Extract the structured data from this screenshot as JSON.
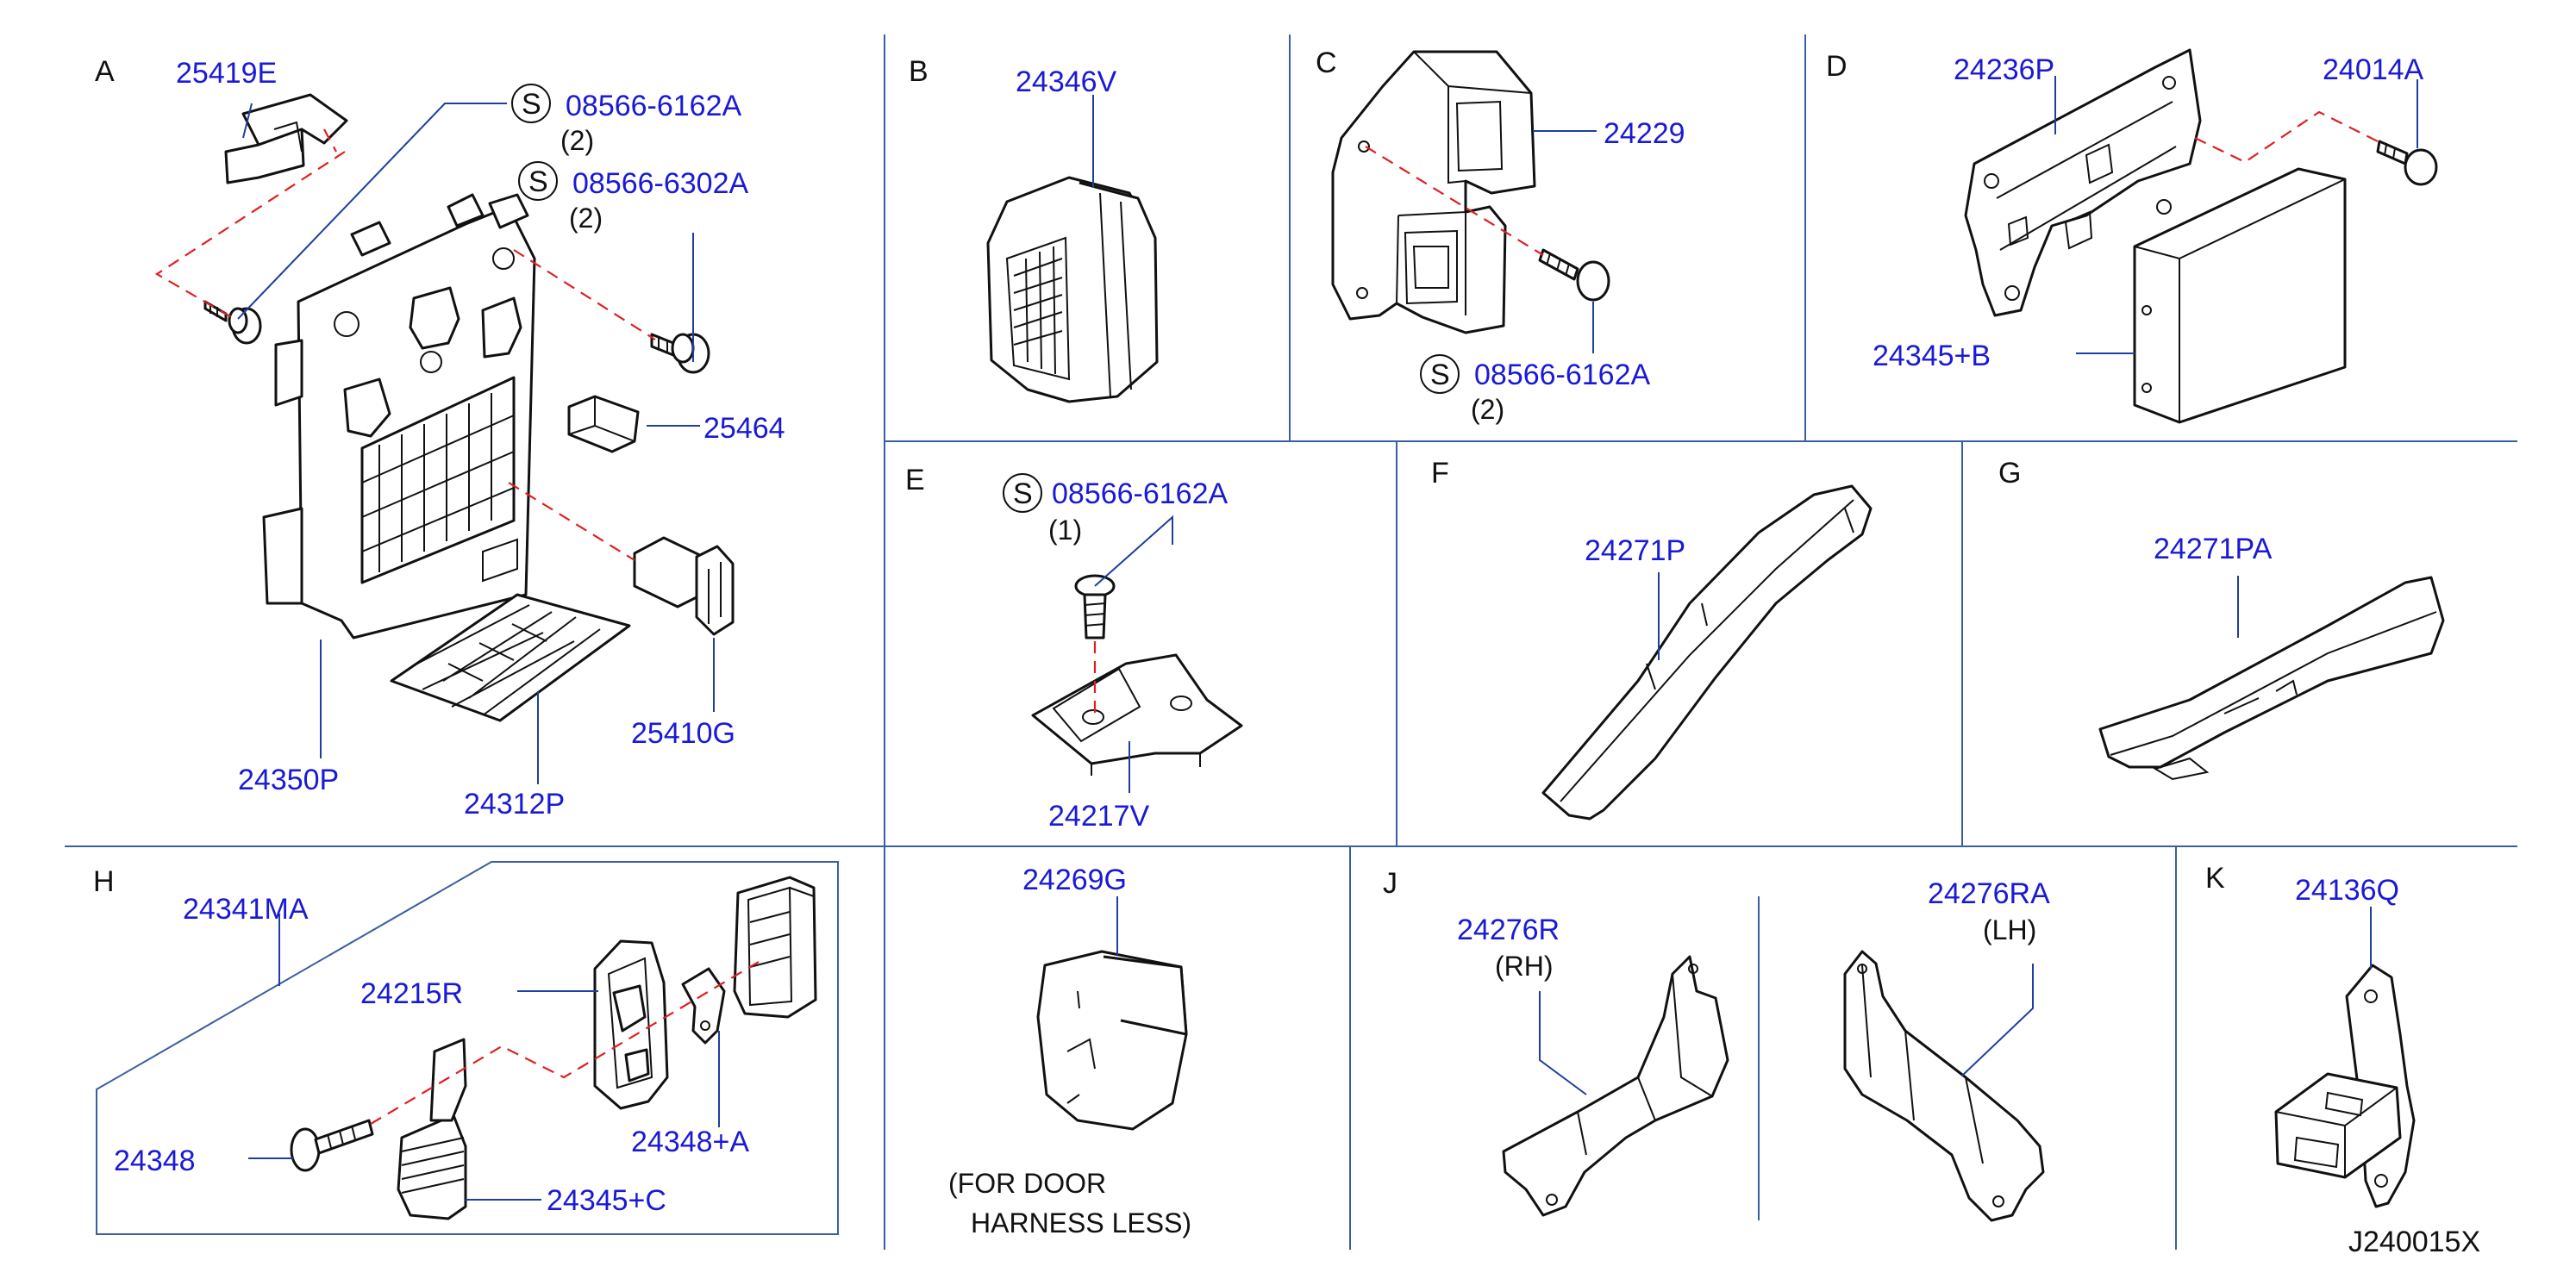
{
  "sections": {
    "A": {
      "letter": "A",
      "parts": [
        "25419E",
        "08566-6162A",
        "(2)",
        "08566-6302A",
        "(2)",
        "25464",
        "25410G",
        "24350P",
        "24312P"
      ]
    },
    "B": {
      "letter": "B",
      "parts": [
        "24346V"
      ]
    },
    "C": {
      "letter": "C",
      "parts": [
        "24229",
        "08566-6162A",
        "(2)"
      ]
    },
    "D": {
      "letter": "D",
      "parts": [
        "24236P",
        "24014A",
        "24345+B"
      ]
    },
    "E": {
      "letter": "E",
      "parts": [
        "08566-6162A",
        "(1)",
        "24217V"
      ]
    },
    "F": {
      "letter": "F",
      "parts": [
        "24271P"
      ]
    },
    "G": {
      "letter": "G",
      "parts": [
        "24271PA"
      ]
    },
    "H": {
      "letter": "H",
      "parts": [
        "24341MA",
        "24215R",
        "24348",
        "24348+A",
        "24345+C"
      ]
    },
    "I": {
      "parts": [
        "24269G"
      ],
      "note_line1": "(FOR  DOOR",
      "note_line2": "HARNESS  LESS)"
    },
    "J": {
      "letter": "J",
      "parts": [
        "24276R",
        "(RH)",
        "24276RA",
        "(LH)"
      ]
    },
    "K": {
      "letter": "K",
      "parts": [
        "24136Q"
      ]
    }
  },
  "screw_symbol": "S",
  "drawing_id": "J240015X",
  "colors": {
    "part_number": "#1a1ad6",
    "dimension": "#e02020",
    "frame": "#3a5fa0"
  }
}
